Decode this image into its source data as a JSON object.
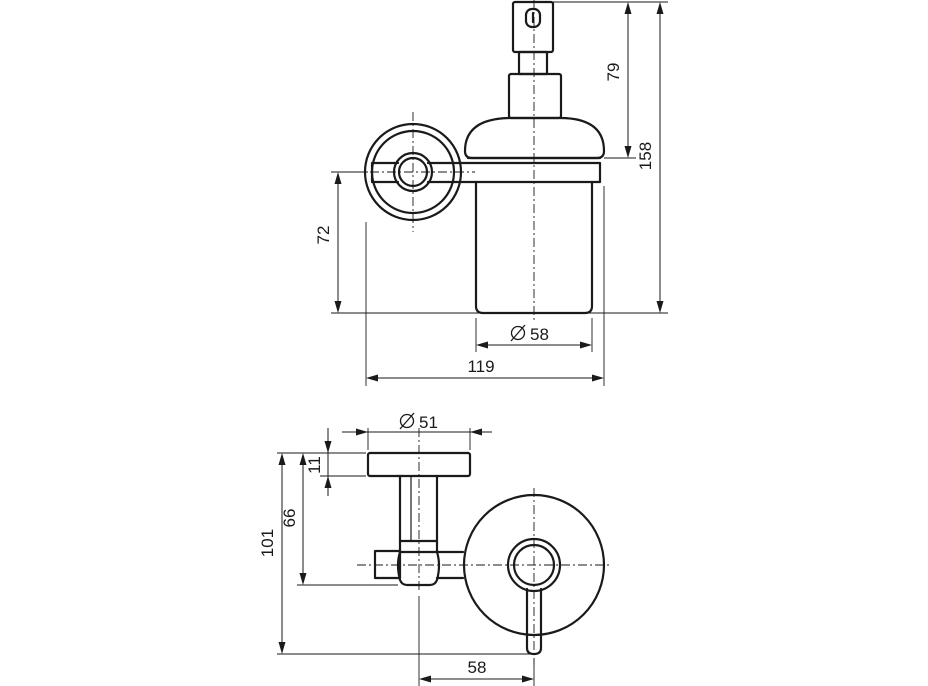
{
  "dimensions": {
    "front_height_total": "158",
    "front_pump_height": "79",
    "front_bracket_height": "72",
    "front_bottle_diameter": "58",
    "front_total_width": "119",
    "side_plate_diameter": "51",
    "side_plate_thickness": "11",
    "side_arm_offset": "66",
    "side_total_height": "101",
    "side_depth": "58"
  }
}
